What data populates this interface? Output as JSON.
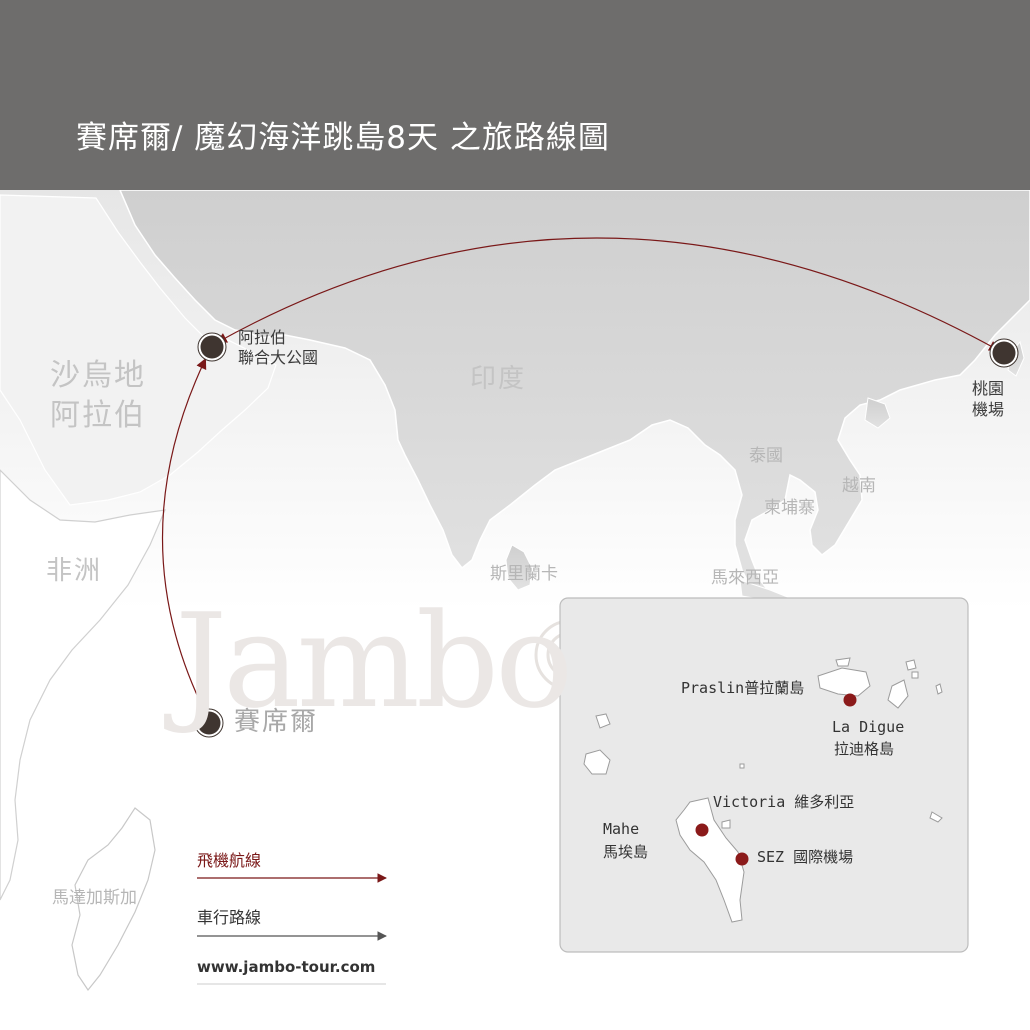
{
  "title": "賽席爾/ 魔幻海洋跳島8天 之旅路線圖",
  "regions": {
    "saudi_line1": "沙烏地",
    "saudi_line2": "阿拉伯",
    "africa": "非洲",
    "india": "印度",
    "thailand": "泰國",
    "vietnam": "越南",
    "cambodia": "柬埔寨",
    "srilanka": "斯里蘭卡",
    "malaysia": "馬來西亞",
    "madagascar": "馬達加斯加"
  },
  "cities": {
    "uae_line1": "阿拉伯",
    "uae_line2": "聯合大公國",
    "taoyuan_line1": "桃園",
    "taoyuan_line2": "機場",
    "seychelles": "賽席爾"
  },
  "inset": {
    "praslin": "Praslin普拉蘭島",
    "ladigue_en": "La Digue",
    "ladigue_zh": "拉迪格島",
    "victoria": "Victoria 維多利亞",
    "mahe_en": "Mahe",
    "mahe_zh": "馬埃島",
    "sez": "SEZ 國際機場"
  },
  "legend": {
    "flight": "飛機航線",
    "drive": "車行路線",
    "website": "www.jambo-tour.com"
  },
  "watermark": "Jambo",
  "colors": {
    "header": "#6e6d6c",
    "land": "#d4d4d4",
    "flight_route": "#7a1818",
    "drive_route": "#555555",
    "city_marker": "#3f3530",
    "island_marker": "#8b1a1a"
  },
  "icons": {
    "city_marker": "filled-circle-with-white-ring",
    "island_marker": "filled-red-dot",
    "route_arrow": "arrow-head"
  }
}
